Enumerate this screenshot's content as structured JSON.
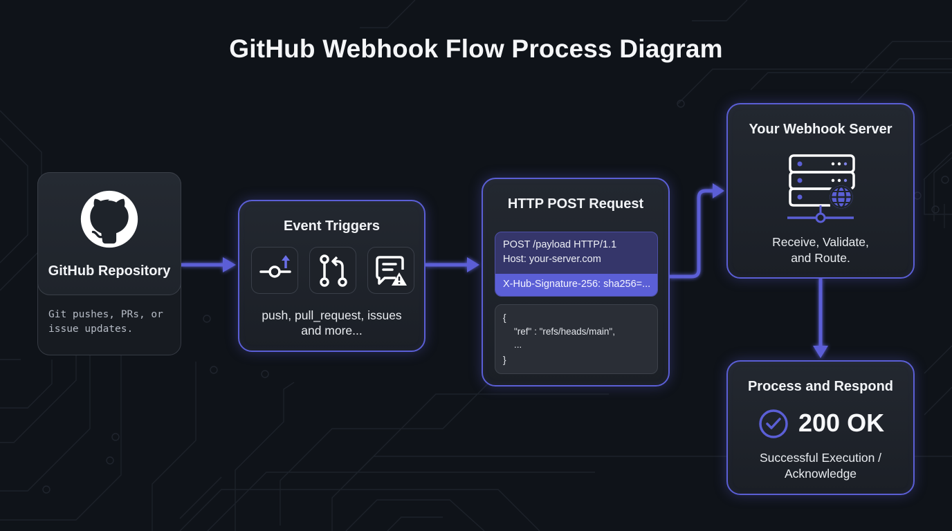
{
  "title": "GitHub Webhook Flow Process Diagram",
  "colors": {
    "background": "#0f1319",
    "accent": "#5b5fd6",
    "card": "#1f242b",
    "text": "#f2f4f7"
  },
  "nodes": {
    "repository": {
      "icon": "github-octocat-icon",
      "title": "GitHub Repository",
      "description_lines": [
        "Git pushes, PRs, or",
        "issue updates."
      ]
    },
    "event_triggers": {
      "title": "Event Triggers",
      "icons": [
        "git-commit-push-icon",
        "git-pull-request-icon",
        "issue-comment-alert-icon"
      ],
      "description_lines": [
        "push, pull_request, issues",
        "and more..."
      ]
    },
    "http_post": {
      "title": "HTTP POST Request",
      "request_lines": [
        "POST /payload HTTP/1.1",
        "Host: your-server.com"
      ],
      "signature_line": "X-Hub-Signature-256: sha256=...",
      "payload_lines": [
        "{",
        "\"ref\" : \"refs/heads/main\",",
        "...",
        "}"
      ]
    },
    "server": {
      "title": "Your Webhook Server",
      "icon": "server-globe-icon",
      "description_lines": [
        "Receive, Validate,",
        "and Route."
      ]
    },
    "respond": {
      "title": "Process and Respond",
      "icon": "check-circle-icon",
      "status": "200 OK",
      "description_lines": [
        "Successful Execution /",
        "Acknowledge"
      ]
    }
  },
  "edges": [
    {
      "from": "repository",
      "to": "event_triggers"
    },
    {
      "from": "event_triggers",
      "to": "http_post"
    },
    {
      "from": "http_post",
      "to": "server"
    },
    {
      "from": "server",
      "to": "respond"
    }
  ]
}
